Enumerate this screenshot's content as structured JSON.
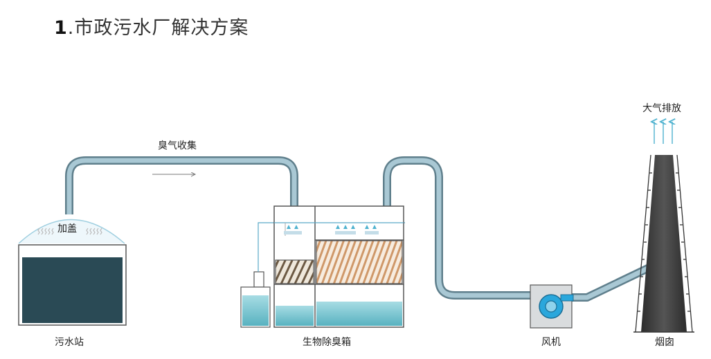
{
  "title": {
    "number": "1",
    "text": ".市政污水厂解决方案"
  },
  "labels": {
    "collection": "臭气收集",
    "cover": "加盖",
    "sewage_station": "污水站",
    "bio_box": "生物除臭箱",
    "fan": "风机",
    "chimney": "烟囱",
    "discharge": "大气排放"
  },
  "colors": {
    "pipe_outer": "#5f7f8c",
    "pipe_inner": "#a9c8d4",
    "tank_water": "#2a4a55",
    "water_light": "#7cc3cf",
    "fan_blue": "#2aa7dc",
    "chimney_dark": "#3d3d3d"
  }
}
